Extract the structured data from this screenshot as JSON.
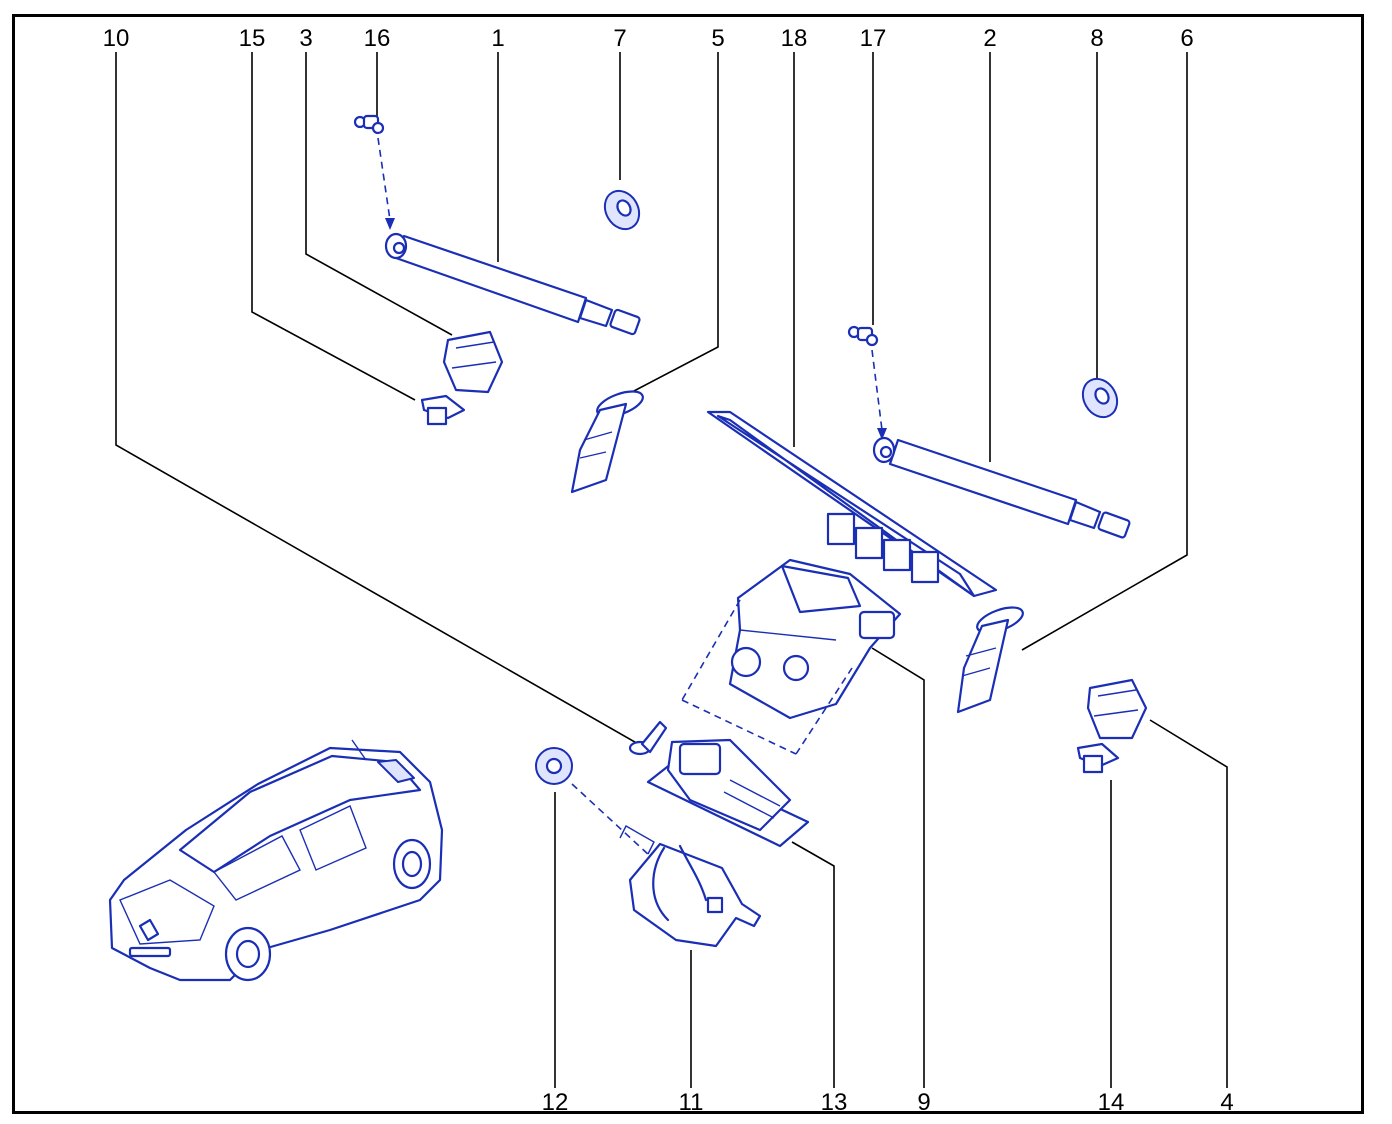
{
  "callouts": {
    "p10": "10",
    "p15": "15",
    "p3": "3",
    "p16": "16",
    "p1": "1",
    "p7": "7",
    "p5": "5",
    "p18": "18",
    "p17": "17",
    "p2": "2",
    "p8": "8",
    "p6": "6",
    "p12": "12",
    "p11": "11",
    "p13": "13",
    "p9": "9",
    "p14": "14",
    "p4": "4"
  },
  "colors": {
    "line_art": "#1a2fb5",
    "leader": "#000000",
    "frame": "#000000"
  }
}
